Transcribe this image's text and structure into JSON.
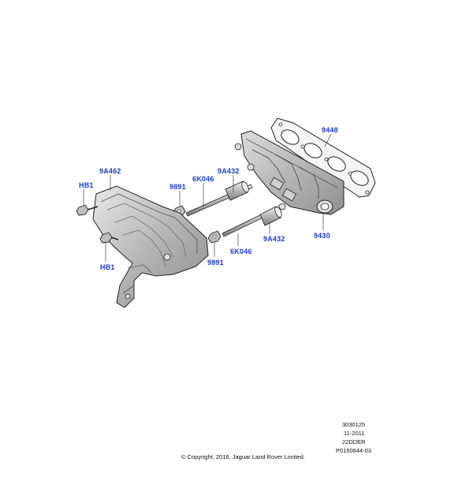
{
  "callouts": {
    "gasket": "9448",
    "manifold": "9430",
    "stud_upper": "6K046",
    "stud_lower": "6K046",
    "spacer_upper": "9A432",
    "spacer_lower": "9A432",
    "nut_upper": "9891",
    "nut_lower": "9891",
    "heat_shield": "9A462",
    "bolt_upper": "HB1",
    "bolt_lower": "HB1"
  },
  "reference": {
    "line1": "3030125",
    "line2": "11-2011",
    "line3": "22DDER",
    "line4": "P0150644-03"
  },
  "copyright": "© Copyright, 2016. Jaguar Land Rover Limited.",
  "colors": {
    "callout": "#1a3ccf",
    "line_art": "#222222",
    "shade": "#9a9a9a",
    "shade_light": "#cfcfcf"
  }
}
